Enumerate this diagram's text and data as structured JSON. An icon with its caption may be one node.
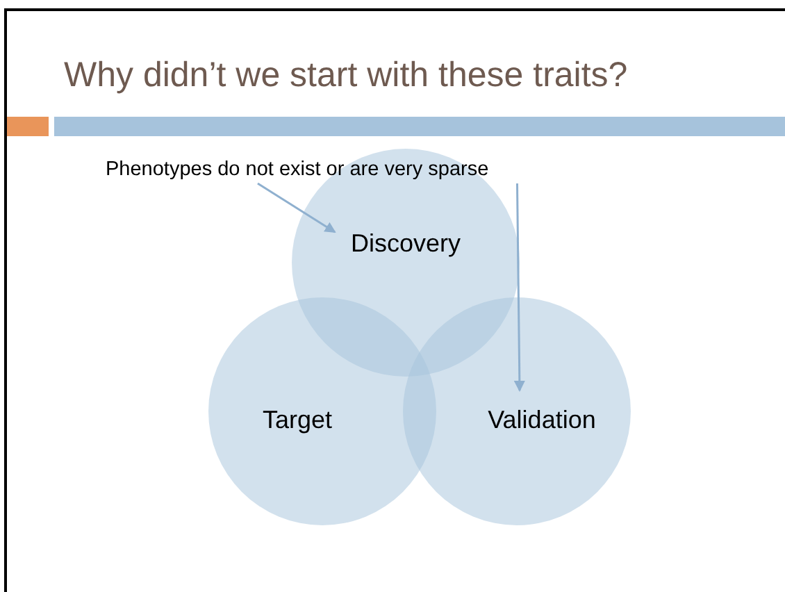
{
  "diagram": {
    "title": "Why didn’t we start with these traits?",
    "nodes": [
      {
        "text": [
          "Phenotypes do not exist or are very sparse"
        ]
      },
      {
        "text": [
          "Discovery"
        ]
      },
      {
        "text": [
          "Target"
        ]
      },
      {
        "text": [
          "Validation"
        ]
      }
    ],
    "edges": [
      {
        "from": 0,
        "to": 1,
        "arrow": "to"
      },
      {
        "from": 0,
        "to": 3,
        "arrow": "to"
      }
    ]
  }
}
